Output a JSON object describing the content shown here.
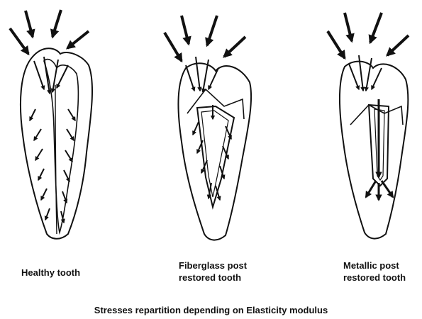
{
  "labels": {
    "healthy": [
      "Healthy tooth"
    ],
    "fiberglass": [
      "Fiberglass post",
      "restored tooth"
    ],
    "metallic": [
      "Metallic post",
      "restored tooth"
    ]
  },
  "caption": "Stresses repartition depending on Elasticity modulus",
  "colors": {
    "line": "#111111",
    "background": "#ffffff"
  },
  "teeth": [
    {
      "id": "healthy",
      "type": "natural",
      "arrow_pattern": "distributed-along-roots"
    },
    {
      "id": "fiberglass",
      "type": "fiberglass-post",
      "arrow_pattern": "distributed-along-post-and-root"
    },
    {
      "id": "metallic",
      "type": "metallic-post",
      "arrow_pattern": "concentrated-at-post-apex"
    }
  ]
}
